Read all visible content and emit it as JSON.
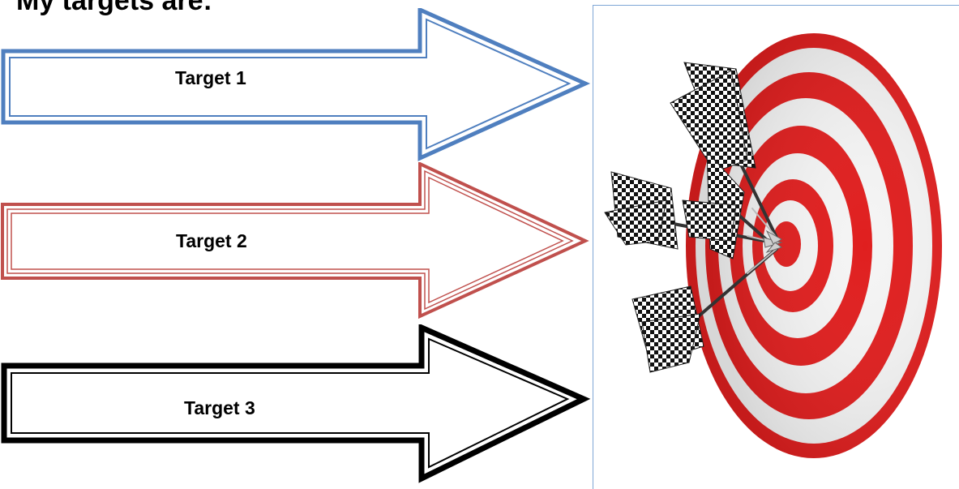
{
  "heading": "My targets are:",
  "arrows": [
    {
      "label": "Target 1",
      "color": "#4f7fbf"
    },
    {
      "label": "Target 2",
      "color": "#c0504d"
    },
    {
      "label": "Target 3",
      "color": "#000000"
    }
  ],
  "image": {
    "subject": "dartboard-with-checkered-darts",
    "ring_color": "#e01f1f",
    "dart_color": "#000000"
  }
}
